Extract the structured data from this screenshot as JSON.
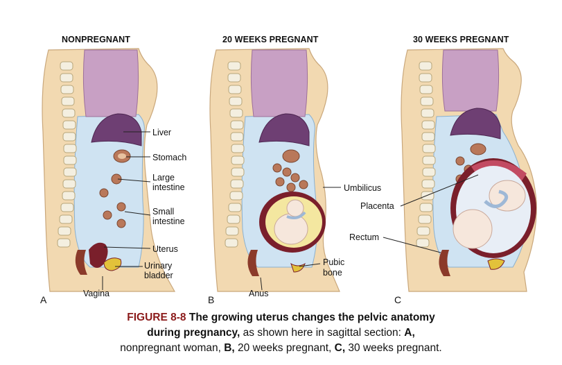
{
  "panels": [
    {
      "title": "NONPREGNANT",
      "letter": "A"
    },
    {
      "title": "20 WEEKS PREGNANT",
      "letter": "B"
    },
    {
      "title": "30 WEEKS PREGNANT",
      "letter": "C"
    }
  ],
  "labels": {
    "liver": "Liver",
    "stomach": "Stomach",
    "large_intestine_1": "Large",
    "large_intestine_2": "intestine",
    "small_intestine_1": "Small",
    "small_intestine_2": "intestine",
    "uterus": "Uterus",
    "urinary_bladder_1": "Urinary",
    "urinary_bladder_2": "bladder",
    "vagina": "Vagina",
    "anus": "Anus",
    "umbilicus": "Umbilicus",
    "pubic_bone_1": "Pubic",
    "pubic_bone_2": "bone",
    "placenta": "Placenta",
    "rectum": "Rectum"
  },
  "caption": {
    "figure_number": "FIGURE 8-8",
    "bold_title_1": "The growing uterus changes the pelvic anatomy",
    "bold_title_2": "during pregnancy,",
    "text_2": " as shown here in sagittal section: ",
    "a": "A,",
    "text_3a": "nonpregnant woman, ",
    "b": "B,",
    "text_3b": " 20 weeks pregnant, ",
    "c": "C,",
    "text_3c": " 30 weeks pregnant."
  },
  "colors": {
    "skin": "#f2d9b1",
    "lung": "#c8a0c4",
    "abdomen": "#cfe3f2",
    "liver": "#6e3f73",
    "uterus": "#7a1f2b",
    "fetus": "#f6e7dc",
    "placenta": "#c24b62",
    "bladder": "#e2c23a",
    "caption_red": "#8b1a1a"
  }
}
